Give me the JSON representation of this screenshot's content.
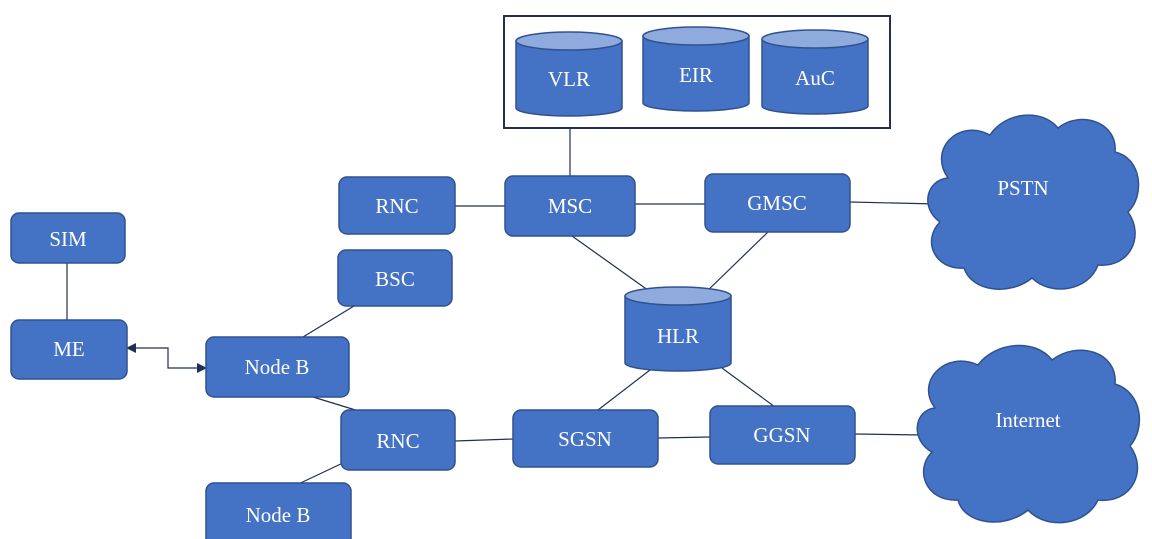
{
  "colors": {
    "node_fill": "#4472c4",
    "node_border": "#2f528f",
    "cylinder_top": "#8faadc",
    "connector": "#1f2f55",
    "text": "#ffffff"
  },
  "nodes": {
    "vlr": "VLR",
    "eir": "EIR",
    "auc": "AuC",
    "sim": "SIM",
    "me": "ME",
    "rnc_top": "RNC",
    "msc": "MSC",
    "gmsc": "GMSC",
    "pstn": "PSTN",
    "bsc": "BSC",
    "node_b_top": "Node B",
    "hlr": "HLR",
    "rnc_bottom": "RNC",
    "sgsn": "SGSN",
    "ggsn": "GGSN",
    "internet": "Internet",
    "node_b_bottom": "Node B"
  }
}
